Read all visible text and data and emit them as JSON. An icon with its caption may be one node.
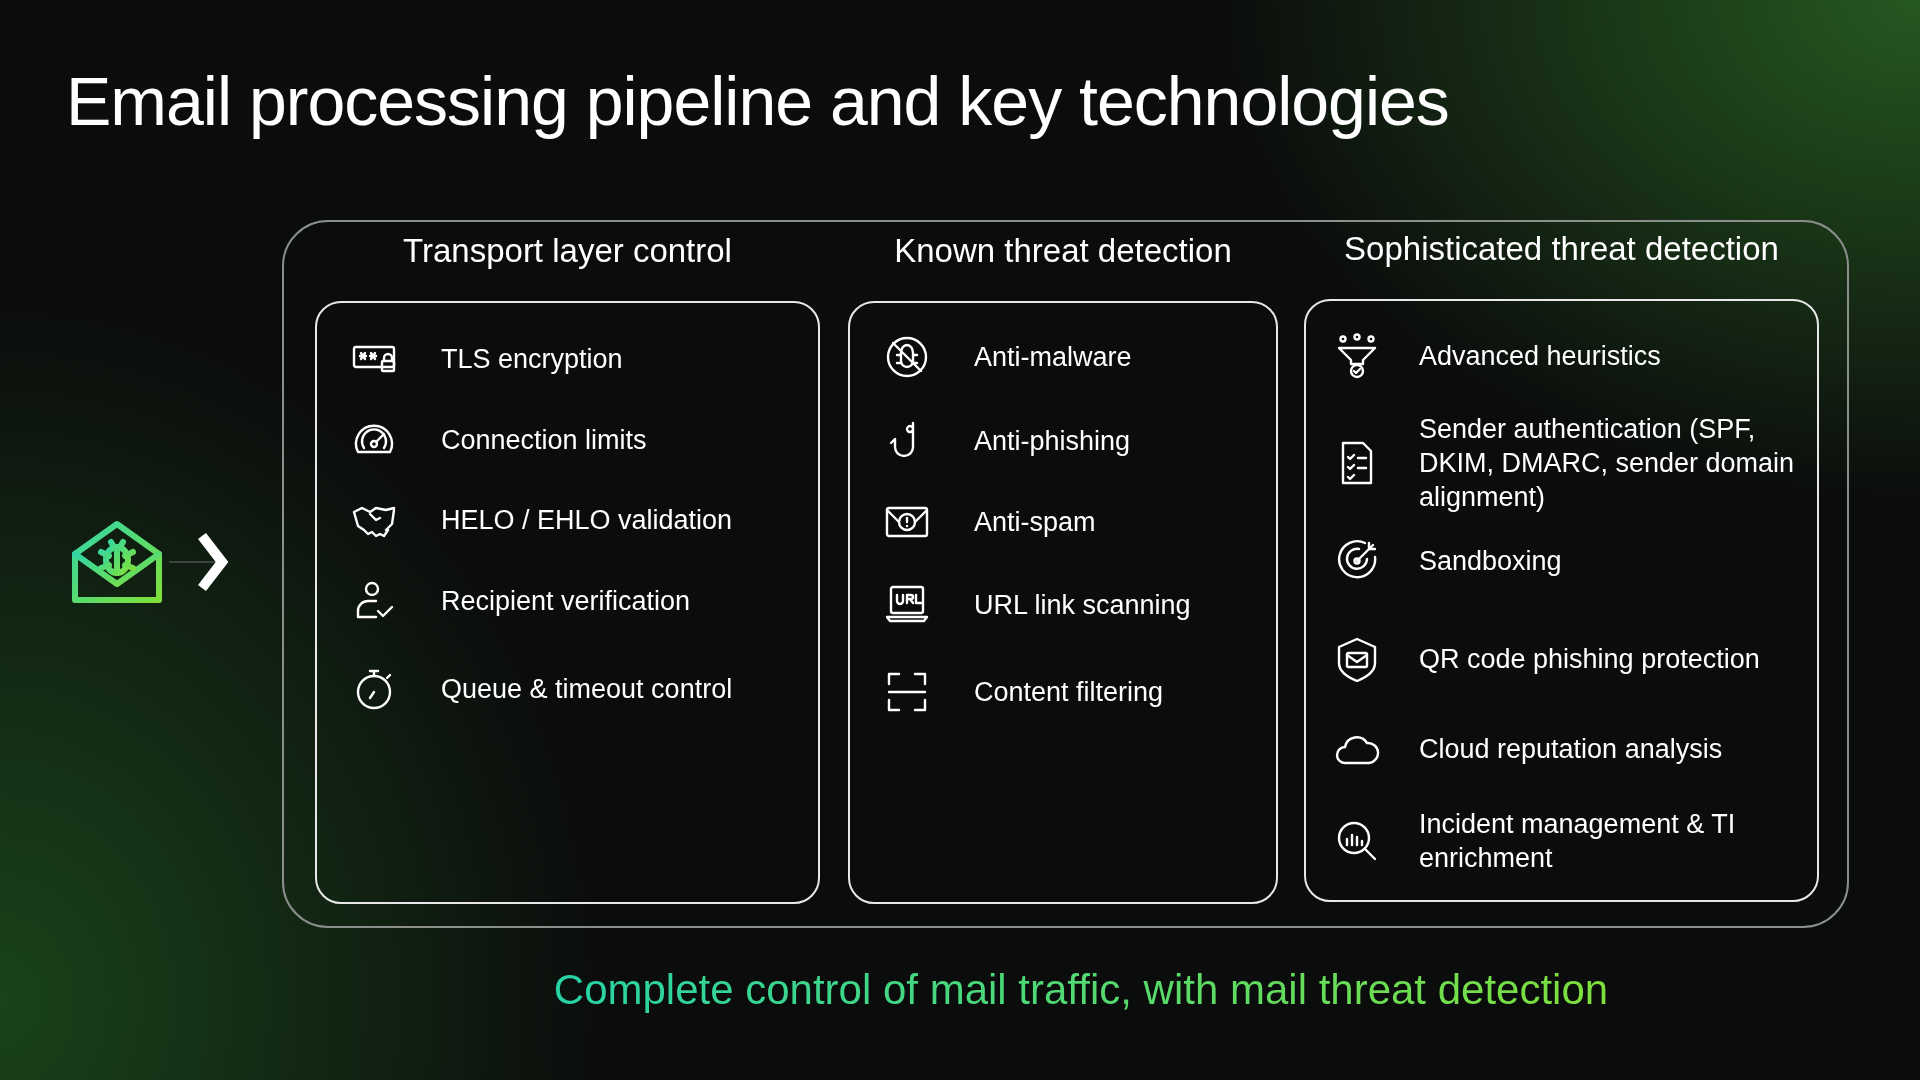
{
  "diagram": {
    "title": "Email processing pipeline and key technologies",
    "caption": "Complete control of mail traffic, with mail threat detection",
    "nodes": [
      {
        "text": [],
        "shape": "envelope"
      },
      {
        "text": [],
        "shape": "box"
      },
      {
        "text": [
          "Transport layer control",
          "TLS encryption",
          "Connection limits",
          "HELO / EHLO validation",
          "Recipient verification",
          "Queue & timeout control"
        ],
        "in": 1
      },
      {
        "text": [
          "Known threat detection",
          "Anti-malware",
          "Anti-phishing",
          "Anti-spam",
          "URL link scanning",
          "Content filtering"
        ],
        "in": 1
      },
      {
        "text": [
          "Sophisticated threat detection",
          "Advanced heuristics",
          "Sender authentication (SPF, DKIM, DMARC, sender domain alignment)",
          "Sandboxing",
          "QR code phishing protection",
          "Cloud reputation analysis",
          "Incident management & TI enrichment"
        ],
        "in": 1
      }
    ],
    "edges": [
      {
        "from": 0,
        "to": 1,
        "arrow": "to"
      }
    ]
  }
}
